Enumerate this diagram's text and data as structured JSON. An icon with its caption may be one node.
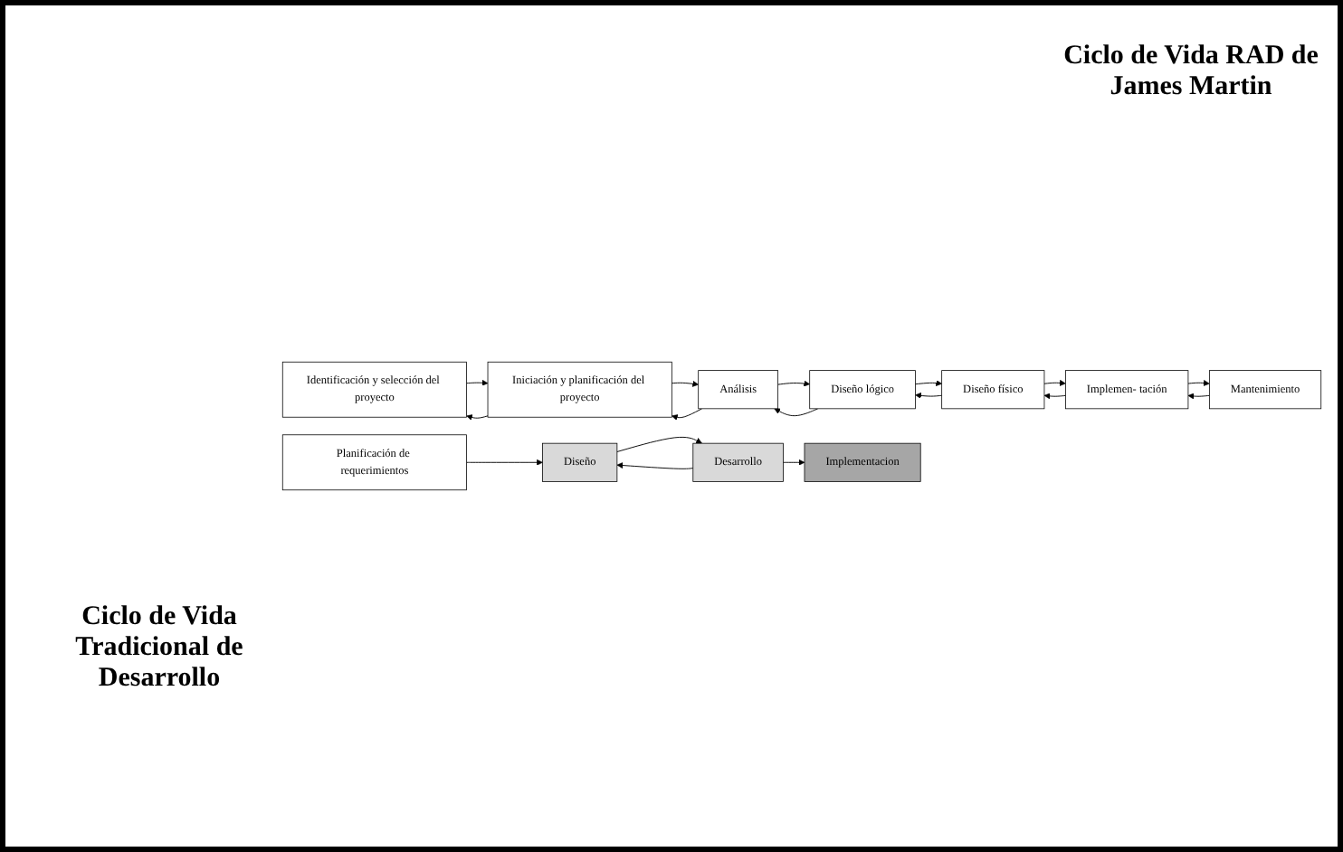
{
  "diagram": {
    "nodes": [
      {
        "text": [
          "Identificación y selección del proyecto"
        ]
      },
      {
        "text": [
          "Iniciación y planificación del proyecto"
        ]
      },
      {
        "text": [
          "Planificación de requerimientos"
        ]
      },
      {
        "text": [
          "Análisis"
        ]
      },
      {
        "text": [
          "Diseño"
        ]
      },
      {
        "text": [
          "Desarrollo"
        ]
      },
      {
        "text": [
          "Diseño lógico"
        ]
      },
      {
        "text": [
          "Implementacion"
        ]
      },
      {
        "text": [
          "Diseño físico"
        ]
      },
      {
        "text": [
          "Implemen- tación"
        ]
      },
      {
        "text": [
          "Mantenimiento"
        ]
      }
    ],
    "edges": [
      {
        "from": 0,
        "to": 1,
        "arrow": "to"
      },
      {
        "from": 1,
        "to": 0,
        "arrow": "to"
      },
      {
        "from": 1,
        "to": 3,
        "arrow": "to"
      },
      {
        "from": 3,
        "to": 1,
        "arrow": "to"
      },
      {
        "from": 2,
        "to": 4,
        "arrow": "to"
      },
      {
        "from": 4,
        "to": 5,
        "arrow": "to"
      },
      {
        "from": 5,
        "to": 4,
        "arrow": "to"
      },
      {
        "from": 3,
        "to": 6,
        "arrow": "to"
      },
      {
        "from": 6,
        "to": 3,
        "arrow": "to"
      },
      {
        "from": 5,
        "to": 7,
        "arrow": "to"
      },
      {
        "from": 6,
        "to": 8,
        "arrow": "to"
      },
      {
        "from": 8,
        "to": 6,
        "arrow": "to"
      },
      {
        "from": 8,
        "to": 9,
        "arrow": "to"
      },
      {
        "from": 9,
        "to": 8,
        "arrow": "to"
      },
      {
        "from": 9,
        "to": 10,
        "arrow": "to"
      },
      {
        "from": 10,
        "to": 9,
        "arrow": "to"
      }
    ],
    "labels": [
      "Ciclo de Vida RAD de James Martin",
      "Ciclo de Vida Tradicional de Desarrollo"
    ]
  }
}
